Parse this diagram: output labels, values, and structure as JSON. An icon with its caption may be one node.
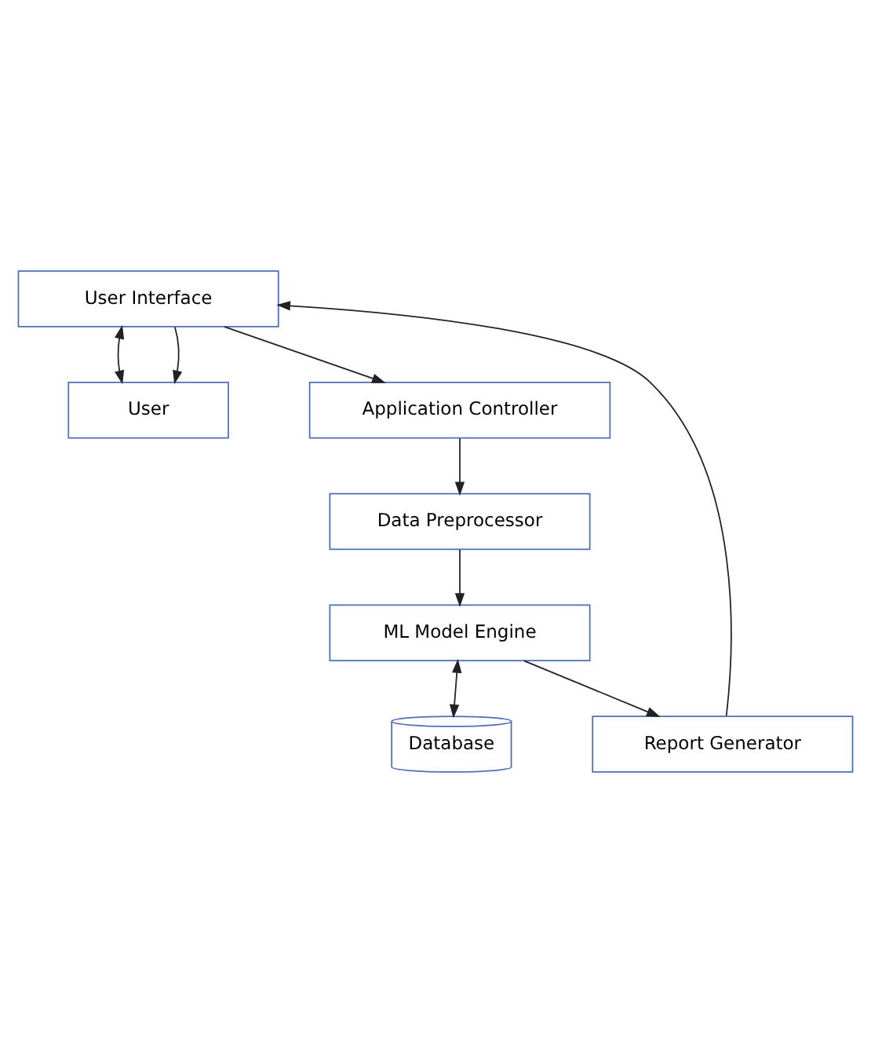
{
  "diagram": {
    "nodes": [
      {
        "text": [
          "User"
        ]
      },
      {
        "text": [
          "User Interface"
        ]
      },
      {
        "text": [
          "Application Controller"
        ]
      },
      {
        "text": [
          "Data Preprocessor"
        ]
      },
      {
        "text": [
          "ML Model Engine"
        ]
      },
      {
        "text": [
          "Database"
        ]
      },
      {
        "text": [
          "Report Generator"
        ]
      }
    ],
    "edges": [
      {
        "from": 1,
        "to": 0,
        "arrow": "both"
      },
      {
        "from": 1,
        "to": 0,
        "arrow": "to"
      },
      {
        "from": 1,
        "to": 2,
        "arrow": "to"
      },
      {
        "from": 2,
        "to": 3,
        "arrow": "to"
      },
      {
        "from": 3,
        "to": 4,
        "arrow": "to"
      },
      {
        "from": 4,
        "to": 5,
        "arrow": "both"
      },
      {
        "from": 4,
        "to": 6,
        "arrow": "to"
      },
      {
        "from": 6,
        "to": 1,
        "arrow": "to"
      }
    ]
  }
}
